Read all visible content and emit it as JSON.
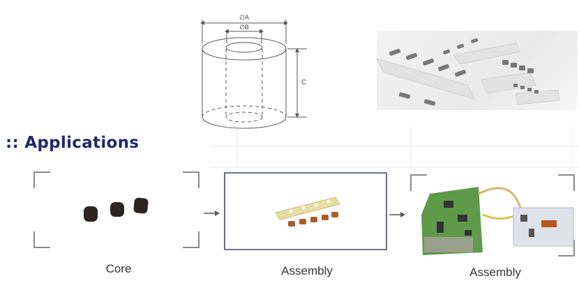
{
  "dimension_drawing": {
    "label_outer_diameter": "∅A",
    "label_inner_diameter": "∅B",
    "label_height": "C"
  },
  "product_photo": {
    "description": "SMD ferrite components on carrier tape"
  },
  "applications": {
    "heading": ":: Applications",
    "steps": [
      {
        "label": "Core",
        "image": "ferrite-cores"
      },
      {
        "label": "Assembly",
        "image": "smd-inductors-on-tape"
      },
      {
        "label": "Assembly",
        "image": "circuit-board-assembly"
      }
    ]
  },
  "colors": {
    "heading": "#1f2a6b",
    "frame": "#6a6f8a",
    "bracket": "#8a8a8a"
  }
}
